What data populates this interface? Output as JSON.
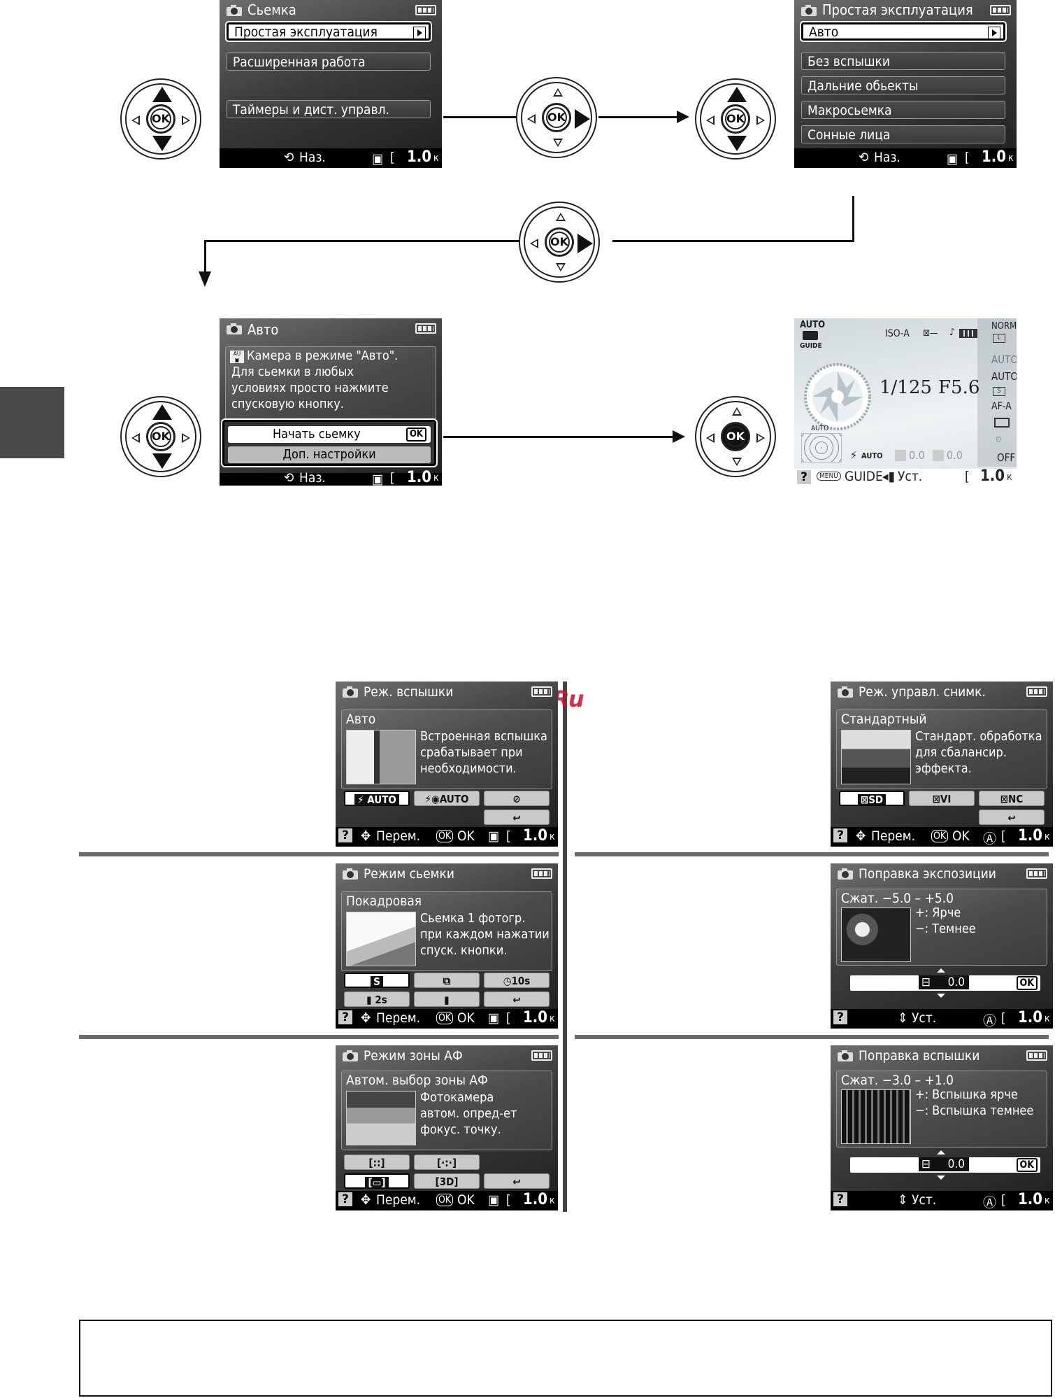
{
  "top_left_screen": {
    "title": "Сьемка",
    "items": [
      "Простая эксплуатация",
      "Расширенная работа",
      "Таймеры и дист. управл."
    ],
    "status_back": "Наз.",
    "status_frames": "1.0",
    "status_k": "к"
  },
  "top_right_screen": {
    "title": "Простая эксплуатация",
    "items": [
      "Авто",
      "Без вспышки",
      "Дальние обьекты",
      "Макросьемка",
      "Сонные лица"
    ],
    "status_back": "Наз.",
    "status_frames": "1.0",
    "status_k": "к"
  },
  "auto_screen": {
    "title": "Авто",
    "desc": [
      "Камера в режиме \"Авто\".",
      "Для сьемки в любых",
      "условиях просто нажмите",
      "спусковую кнопку."
    ],
    "btn_start": "Начать сьемку",
    "btn_ok": "OK",
    "btn_more": "Доп. настройки",
    "status_back": "Наз.",
    "status_frames": "1.0",
    "status_k": "к"
  },
  "info_screen": {
    "mode_top": "AUTO",
    "mode_bottom": "GUIDE",
    "iso": "ISO-A",
    "qual": "NORM",
    "wb": "AUTO",
    "iso_side": "AUTO",
    "af": "AF-A",
    "adl": "OFF",
    "shutter": "1/125",
    "aperture": "F5.6",
    "flash": "AUTO",
    "ev1": "0.0",
    "ev2": "0.0",
    "auto_label": "AUTO",
    "menu": "MENU",
    "guide": "GUIDE",
    "set": "Уст.",
    "frames": "1.0",
    "k": "к"
  },
  "watermark": "McGrp.Ru",
  "panels": {
    "flash_mode": {
      "title": "Реж. вспышки",
      "head": "Авто",
      "desc": [
        "Встроенная вспышка",
        "срабатывает при",
        "необходимости."
      ],
      "opts": [
        "AUTO",
        "AUTO",
        "⊘"
      ],
      "status": [
        "Перем.",
        "OK",
        "OK",
        "1.0",
        "к"
      ]
    },
    "picture_control": {
      "title": "Реж. управл. снимк.",
      "head": "Стандартный",
      "desc": [
        "Стандарт. обработка",
        "для сбалансир.",
        "эффекта."
      ],
      "opts": [
        "SD",
        "VI",
        "NC"
      ],
      "status": [
        "Перем.",
        "OK",
        "OK",
        "1.0",
        "к"
      ]
    },
    "release_mode": {
      "title": "Режим сьемки",
      "head": "Покадровая",
      "desc": [
        "Сьемка 1 фотогр.",
        "при каждом нажатии",
        "спуск. кнопки."
      ],
      "opts": [
        "S",
        "⧉",
        "10s",
        "2s",
        "▮"
      ],
      "status": [
        "Перем.",
        "OK",
        "OK",
        "1.0",
        "к"
      ]
    },
    "exposure_comp": {
      "title": "Поправка экспозиции",
      "head": "Сжат. −5.0 – +5.0",
      "desc": [
        "+: Ярче",
        "−: Темнее"
      ],
      "value": "0.0",
      "ok": "OK",
      "status": [
        "Уст.",
        "1.0",
        "к"
      ]
    },
    "af_area": {
      "title": "Режим зоны АФ",
      "head": "Автом. выбор зоны АФ",
      "desc": [
        "Фотокамера",
        "автом. опред-ет",
        "фокус. точку."
      ],
      "opts": [
        "[::]",
        "[·:·]",
        "[▭]",
        "[3D]"
      ],
      "status": [
        "Перем.",
        "OK",
        "OK",
        "1.0",
        "к"
      ]
    },
    "flash_comp": {
      "title": "Поправка вспышки",
      "head": "Сжат. −3.0 – +1.0",
      "desc": [
        "+: Вспышка ярче",
        "−: Вспышка темнее"
      ],
      "value": "0.0",
      "ok": "OK",
      "status": [
        "Уст.",
        "1.0",
        "к"
      ]
    }
  }
}
